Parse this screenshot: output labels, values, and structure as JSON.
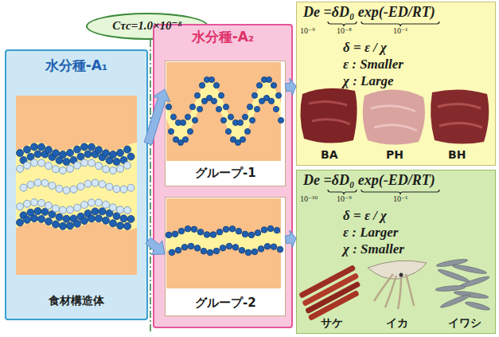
{
  "diagram": {
    "nodes": [
      {
        "text": [
          "Cτc=1.0×10⁻⁸"
        ]
      },
      {
        "text": [
          "水分種-A₁",
          "食材構造体"
        ]
      },
      {
        "text": [
          "水分種-A₂"
        ]
      },
      {
        "text": [
          "グループ-1"
        ],
        "in": 2
      },
      {
        "text": [
          "グループ-2"
        ],
        "in": 2
      },
      {
        "text": [
          "De =δD₀ exp(-ED/RT)",
          "10⁻⁹",
          "10⁻⁸",
          "10⁻¹",
          "δ = ε / χ",
          "ε : Smaller",
          "χ : Large",
          "BA",
          "PH",
          "BH"
        ]
      },
      {
        "text": [
          "De =δD₀ exp(-ED/RT)",
          "10⁻¹⁰",
          "10⁻⁹",
          "10⁻¹",
          "δ = ε / χ",
          "ε : Larger",
          "χ : Smaller",
          "サケ",
          "イカ",
          "イワシ"
        ]
      }
    ],
    "edges": [
      {
        "from": 1,
        "to": 3,
        "arrow": "to"
      },
      {
        "from": 1,
        "to": 4,
        "arrow": "to"
      },
      {
        "from": 3,
        "to": 5,
        "arrow": "to"
      },
      {
        "from": 4,
        "to": 6,
        "arrow": "to"
      }
    ]
  }
}
